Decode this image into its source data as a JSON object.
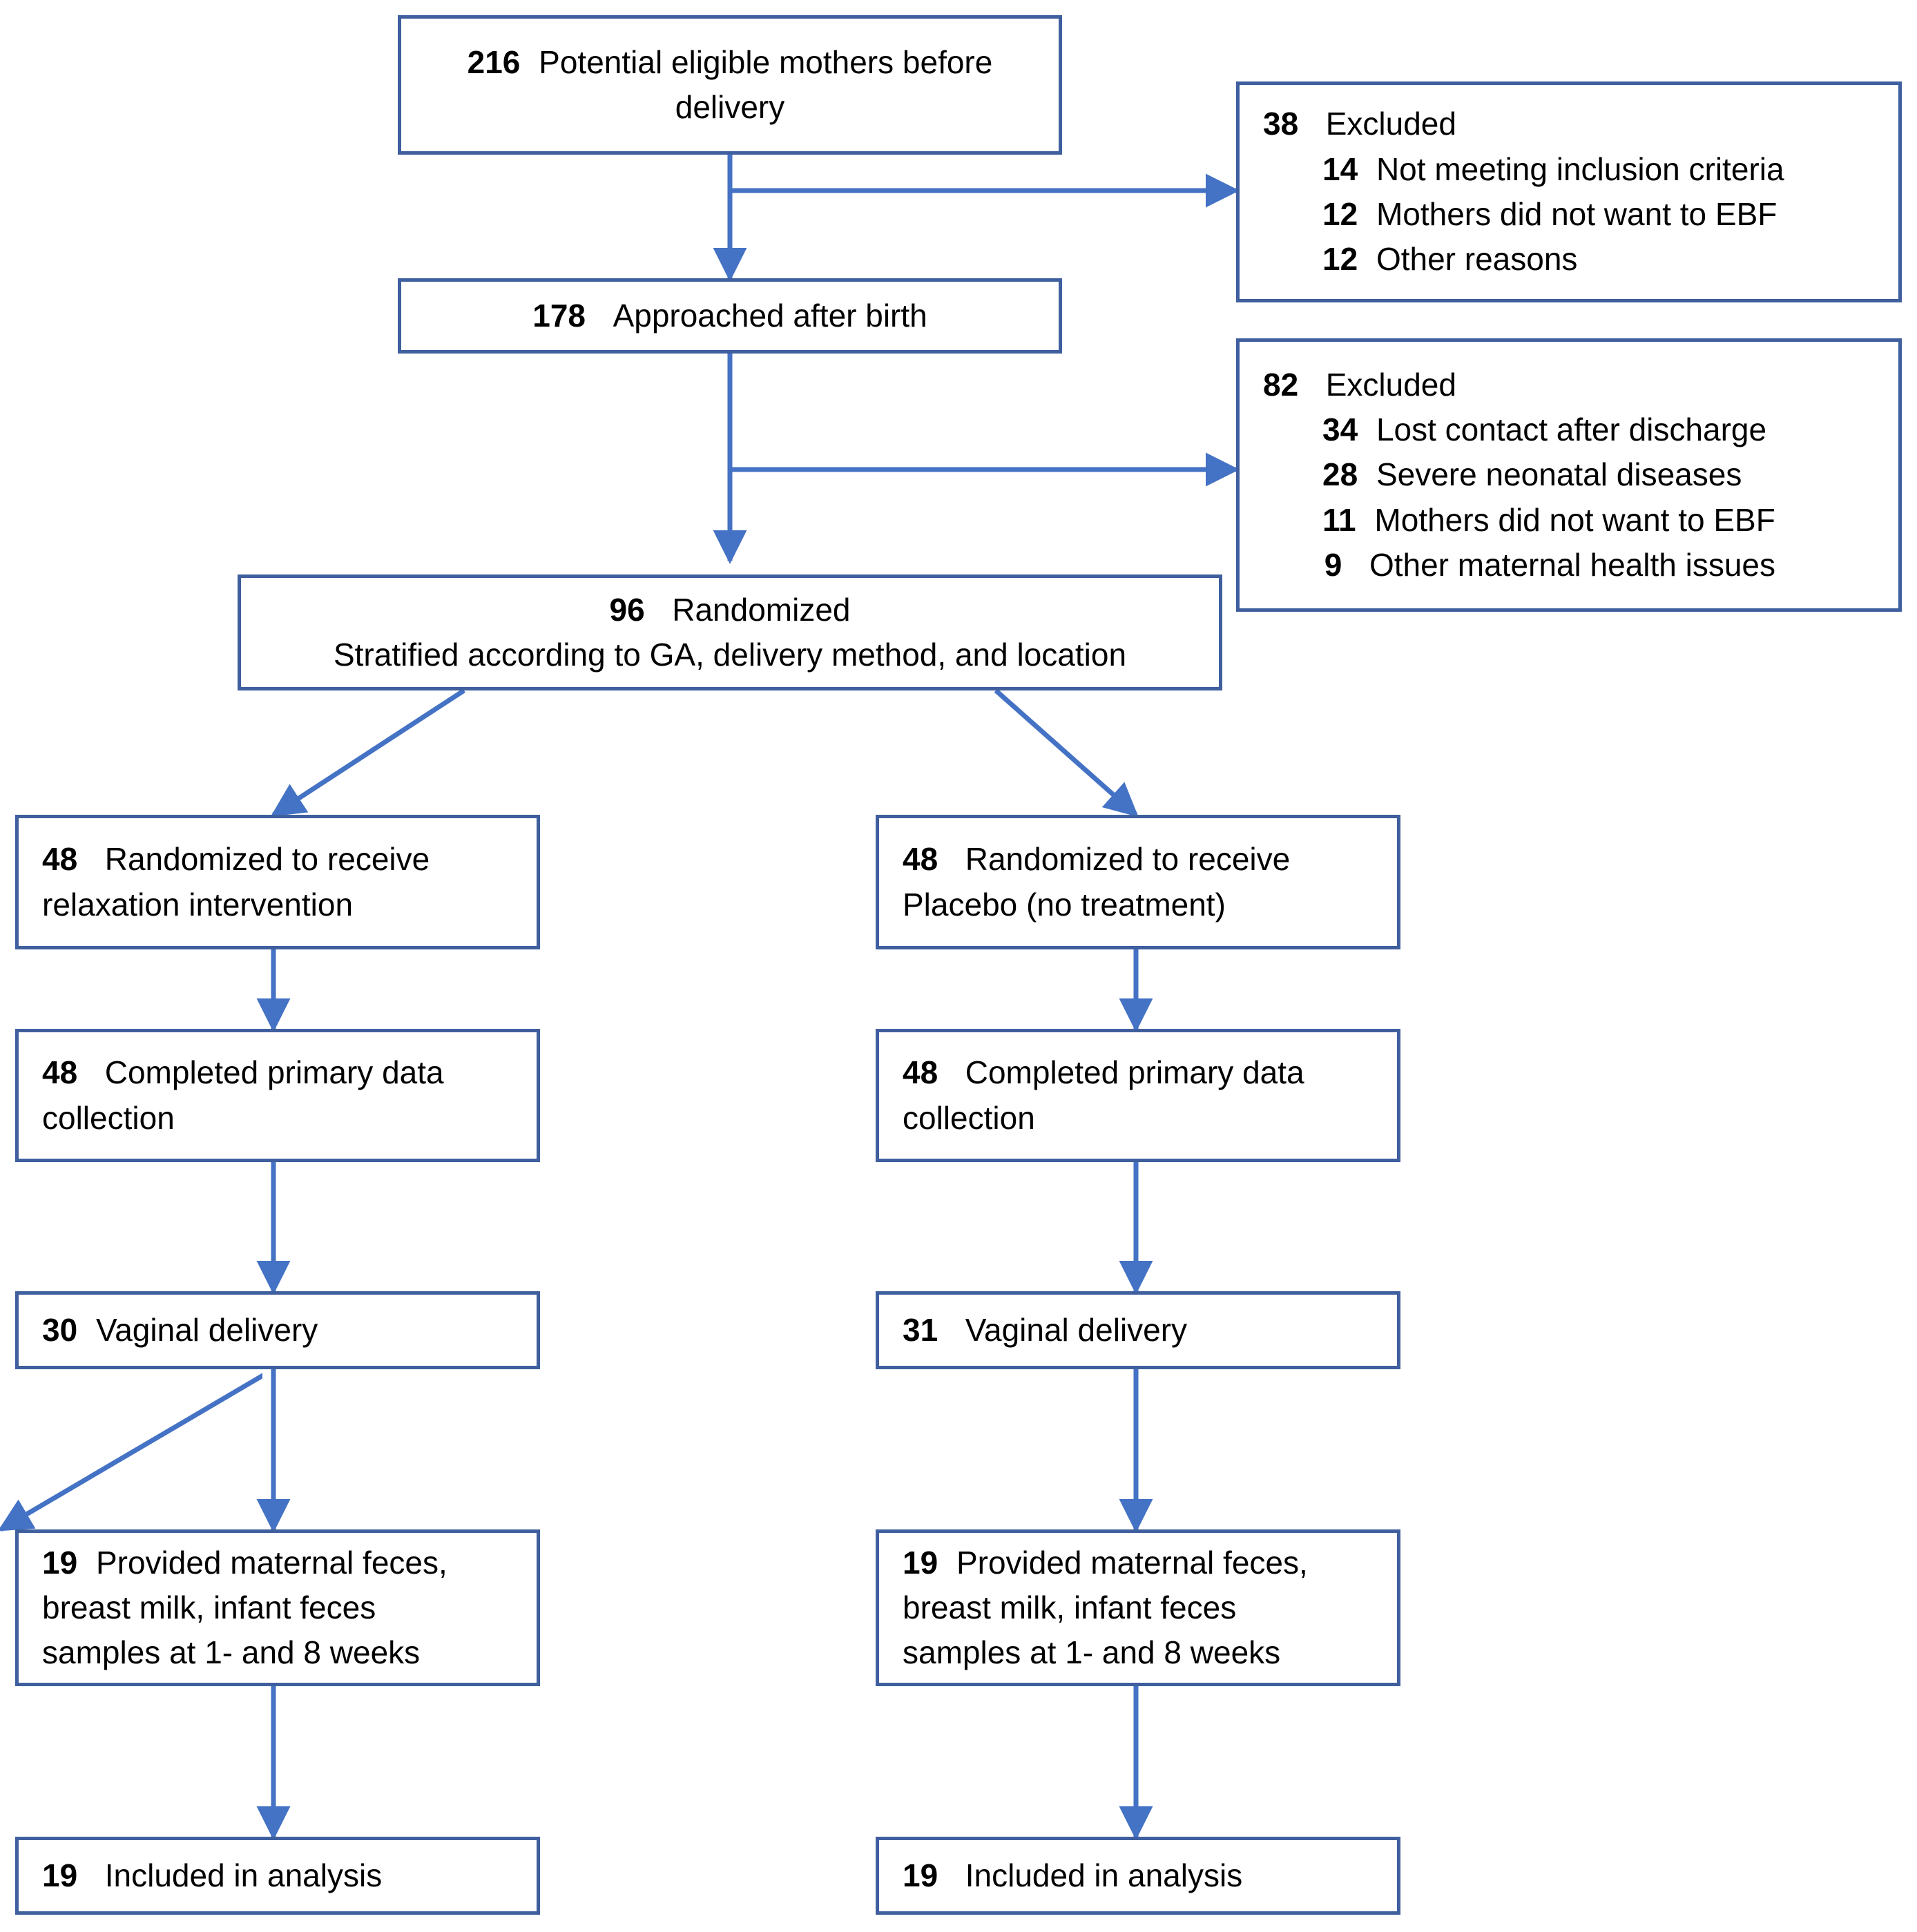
{
  "diagram": {
    "type": "consort-flow-diagram",
    "title": "CONSORT participant flow",
    "colors": {
      "box_border": "#3F5F9E",
      "connector": "#4472C4",
      "text": "#000000",
      "background": "#FFFFFF"
    }
  },
  "nodes": {
    "eligible": {
      "count": "216",
      "label": "Potential eligible mothers before",
      "label2": "delivery"
    },
    "excluded_1": {
      "count": "38",
      "label": "Excluded",
      "reasons": [
        {
          "count": "14",
          "label": "Not meeting inclusion criteria"
        },
        {
          "count": "12",
          "label": "Mothers did not want to EBF"
        },
        {
          "count": "12",
          "label": "Other reasons"
        }
      ]
    },
    "approached": {
      "count": "178",
      "label": "Approached after birth"
    },
    "excluded_2": {
      "count": "82",
      "label": "Excluded",
      "reasons": [
        {
          "count": "34",
          "label": "Lost contact after discharge"
        },
        {
          "count": "28",
          "label": "Severe neonatal diseases"
        },
        {
          "count": "11",
          "label": "Mothers did not want to EBF"
        },
        {
          "count": "9",
          "label": "Other maternal health issues"
        }
      ]
    },
    "randomized": {
      "count": "96",
      "label": "Randomized",
      "subtitle": "Stratified according to GA, delivery method, and location"
    },
    "arm_left": {
      "allocation": {
        "count": "48",
        "label": "Randomized to receive",
        "label2": "relaxation intervention"
      },
      "completed": {
        "count": "48",
        "label": "Completed primary data",
        "label2": "collection"
      },
      "vaginal": {
        "count": "30",
        "label": "Vaginal delivery"
      },
      "samples": {
        "count": "19",
        "label": "Provided maternal feces,",
        "label2": "breast milk, infant feces",
        "label3": "samples at 1- and 8 weeks"
      },
      "analysis": {
        "count": "19",
        "label": "Included in analysis"
      }
    },
    "arm_right": {
      "allocation": {
        "count": "48",
        "label": "Randomized to receive",
        "label2": "Placebo (no treatment)"
      },
      "completed": {
        "count": "48",
        "label": "Completed primary data",
        "label2": "collection"
      },
      "vaginal": {
        "count": "31",
        "label": "Vaginal delivery"
      },
      "samples": {
        "count": "19",
        "label": "Provided maternal feces,",
        "label2": "breast milk, infant feces",
        "label3": "samples at 1- and 8 weeks"
      },
      "analysis": {
        "count": "19",
        "label": "Included in analysis"
      }
    }
  }
}
